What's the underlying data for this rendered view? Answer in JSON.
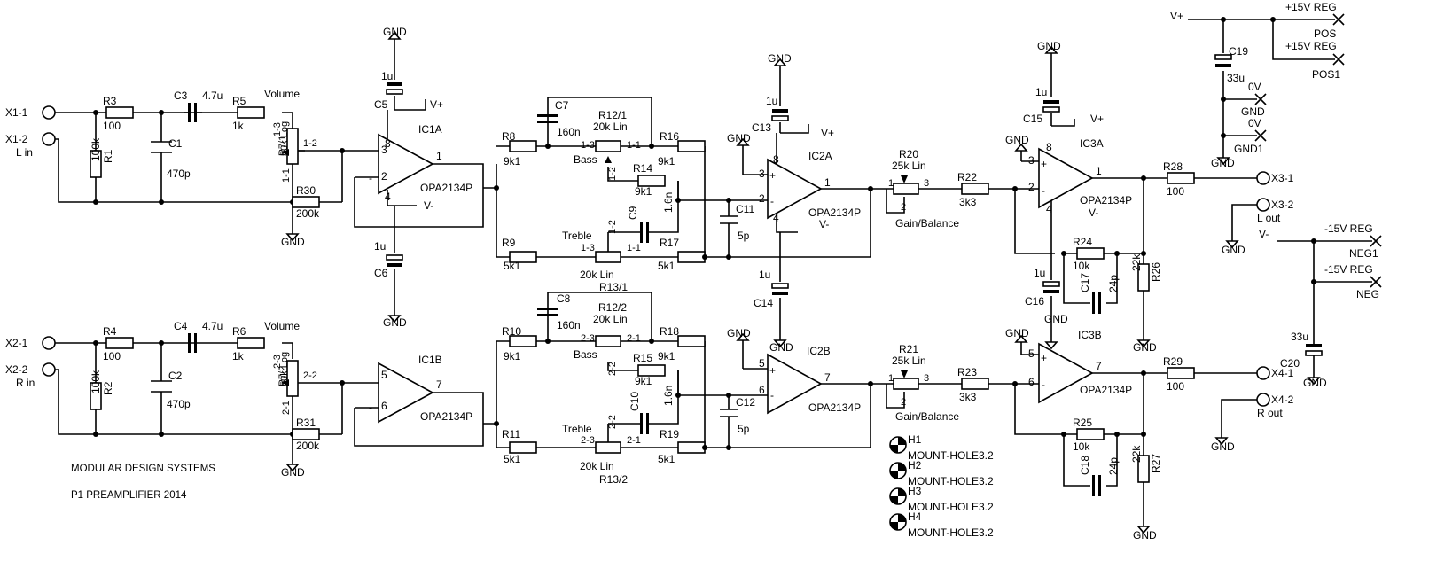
{
  "title": {
    "line1": "MODULAR DESIGN SYSTEMS",
    "line2": "P1 PREAMPLIFIER 2014"
  },
  "connectors": {
    "x1_1": "X1-1",
    "x1_2": "X1-2",
    "l_in": "L in",
    "x2_1": "X2-1",
    "x2_2": "X2-2",
    "r_in": "R in",
    "x3_1": "X3-1",
    "x3_2": "X3-2",
    "l_out": "L out",
    "x4_1": "X4-1",
    "x4_2": "X4-2",
    "r_out": "R out"
  },
  "power": {
    "vplus": "V+",
    "vminus": "V-",
    "gnd": "GND",
    "pos_reg": "+15V REG",
    "pos": "POS",
    "pos1": "POS1",
    "zero_v": "0V",
    "gnd1": "GND1",
    "neg_reg": "-15V REG",
    "neg1": "NEG1",
    "neg": "NEG"
  },
  "components": {
    "R1": "R1",
    "R1v": "100k",
    "R2": "R2",
    "R2v": "100k",
    "R3": "R3",
    "R3v": "100",
    "R4": "R4",
    "R4v": "100",
    "C1": "C1",
    "C1v": "470p",
    "C2": "C2",
    "C2v": "470p",
    "C3": "C3",
    "C3v": "4.7u",
    "C4": "C4",
    "C4v": "4.7u",
    "R5": "R5",
    "R5v": "1k",
    "R6": "R6",
    "R6v": "1k",
    "volume": "Volume",
    "R7_1": "R7/1",
    "R7_2": "R7/2",
    "R7v": "50k Log",
    "p13": "1-3",
    "p12": "1-2",
    "p11": "1-1",
    "p23": "2-3",
    "p22": "2-2",
    "p21": "2-1",
    "R30": "R30",
    "R30v": "200k",
    "R31": "R31",
    "R31v": "200k",
    "IC1A": "IC1A",
    "IC1B": "IC1B",
    "opa": "OPA2134P",
    "C5": "C5",
    "C6": "C6",
    "one_u": "1u",
    "R8": "R8",
    "R9": "R9",
    "R10": "R10",
    "R11": "R11",
    "v9k1": "9k1",
    "v5k1": "5k1",
    "C7": "C7",
    "C8": "C8",
    "v160n": "160n",
    "R12_1": "R12/1",
    "R12_2": "R12/2",
    "lin20k": "20k Lin",
    "bass": "Bass",
    "treble": "Treble",
    "R13_1": "R13/1",
    "R13_2": "R13/2",
    "R14": "R14",
    "R15": "R15",
    "R16": "R16",
    "R17": "R17",
    "R18": "R18",
    "R19": "R19",
    "C9": "C9",
    "C10": "C10",
    "v1_6n": "1.6n",
    "C11": "C11",
    "C12": "C12",
    "v5p": "5p",
    "C13": "C13",
    "C14": "C14",
    "IC2A": "IC2A",
    "IC2B": "IC2B",
    "R20": "R20",
    "R21": "R21",
    "lin25k": "25k Lin",
    "gainbal": "Gain/Balance",
    "R22": "R22",
    "R23": "R23",
    "v3k3": "3k3",
    "IC3A": "IC3A",
    "IC3B": "IC3B",
    "C15": "C15",
    "C16": "C16",
    "R24": "R24",
    "R25": "R25",
    "v10k": "10k",
    "C17": "C17",
    "C18": "C18",
    "v24p": "24p",
    "R26": "R26",
    "R27": "R27",
    "v22k": "22k",
    "R28": "R28",
    "R29": "R29",
    "v100": "100",
    "C19": "C19",
    "C20": "C20",
    "v33u": "33u",
    "H1": "H1",
    "H2": "H2",
    "H3": "H3",
    "H4": "H4",
    "mh": "MOUNT-HOLE3.2",
    "pin1": "1",
    "pin2": "2",
    "pin3": "3",
    "pin4": "4",
    "pin5": "5",
    "pin6": "6",
    "pin7": "7",
    "pin8": "8"
  }
}
